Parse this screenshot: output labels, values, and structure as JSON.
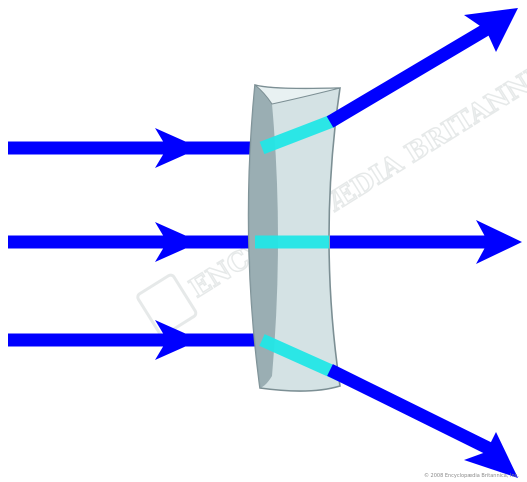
{
  "diagram": {
    "subject": "light rays diverging through a concave lens",
    "colors": {
      "ray": "#0000ff",
      "ray_inside_lens": "#22e6e6",
      "lens_fill": "#d4e2e4",
      "lens_side": "#8fa5aa",
      "lens_edge": "#7c8f94",
      "background": "#ffffff"
    },
    "watermark": {
      "text": "ENCYCLOPÆDIA BRITANNICA",
      "visible": true
    },
    "credit": "© 2008 Encyclopædia Britannica, Inc."
  }
}
